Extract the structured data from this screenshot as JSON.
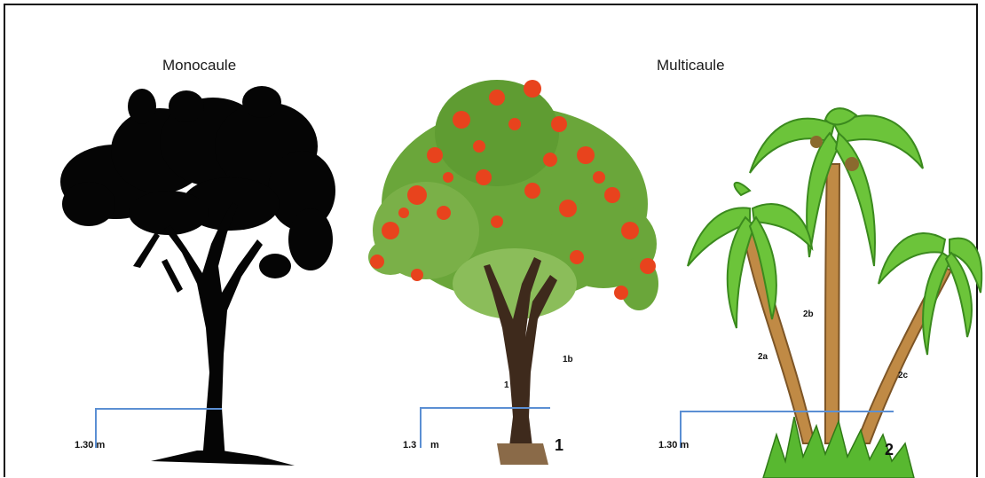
{
  "titles": {
    "monocaule": "Monocaule",
    "multicaule": "Multicaule"
  },
  "labels": {
    "height_1": "1.30 m",
    "height_2": "1.3",
    "height_2_tail": "m",
    "height_3": "1.30 m",
    "stem_1a": "1",
    "stem_1b": "1b",
    "stem_2a": "2a",
    "stem_2b": "2b",
    "stem_2c": "2c",
    "num_1": "1",
    "num_2": "2"
  },
  "colors": {
    "measure_line": "#5b8fd3",
    "silhouette": "#050505",
    "flower": "#e8431d",
    "leaf": "#5aa82a",
    "palm": "#6cc43a",
    "trunk": "#b07a3a"
  }
}
